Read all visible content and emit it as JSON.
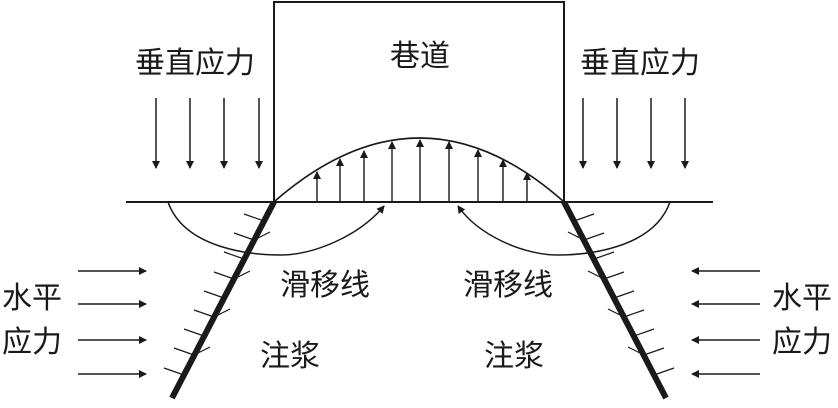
{
  "labels": {
    "roadway": "巷道",
    "vertical_stress_left": "垂直应力",
    "vertical_stress_right": "垂直应力",
    "slip_line_left": "滑移线",
    "slip_line_right": "滑移线",
    "grouting_left": "注浆",
    "grouting_right": "注浆",
    "horizontal_left_line1": "水平",
    "horizontal_left_line2": "应力",
    "horizontal_right_line1": "水平",
    "horizontal_right_line2": "应力"
  },
  "colors": {
    "ink": "#1a1a1a",
    "background": "#ffffff"
  }
}
